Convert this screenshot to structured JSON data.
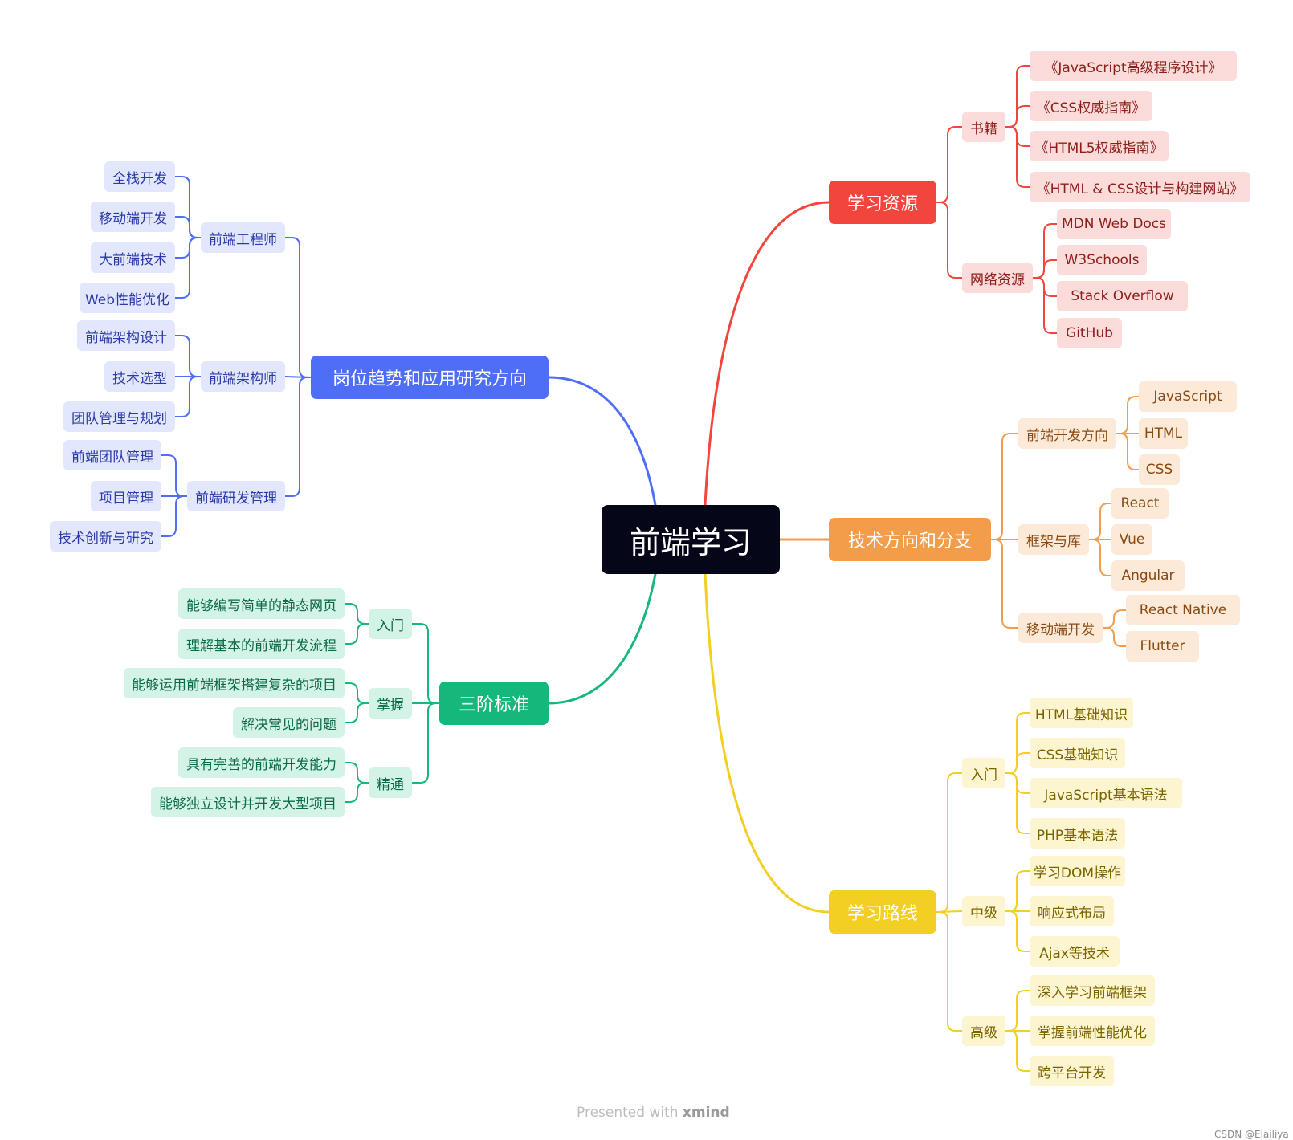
{
  "colors": {
    "root": "#050617",
    "blue": "#4f6ef7",
    "red": "#f2453d",
    "orange": "#f39c49",
    "green": "#14b87a",
    "yellow": "#f2cf22"
  },
  "root": {
    "label": "前端学习"
  },
  "branches": {
    "resources": {
      "label": "学习资源",
      "books": {
        "label": "书籍",
        "items": [
          "《JavaScript高级程序设计》",
          "《CSS权威指南》",
          "《HTML5权威指南》",
          "《HTML & CSS设计与构建网站》"
        ]
      },
      "online": {
        "label": "网络资源",
        "items": [
          "MDN Web Docs",
          "W3Schools",
          "Stack Overflow",
          "GitHub"
        ]
      }
    },
    "tech": {
      "label": "技术方向和分支",
      "frontend": {
        "label": "前端开发方向",
        "items": [
          "JavaScript",
          "HTML",
          "CSS"
        ]
      },
      "frameworks": {
        "label": "框架与库",
        "items": [
          "React",
          "Vue",
          "Angular"
        ]
      },
      "mobile": {
        "label": "移动端开发",
        "items": [
          "React Native",
          "Flutter"
        ]
      }
    },
    "path": {
      "label": "学习路线",
      "beginner": {
        "label": "入门",
        "items": [
          "HTML基础知识",
          "CSS基础知识",
          "JavaScript基本语法",
          "PHP基本语法"
        ]
      },
      "intermediate": {
        "label": "中级",
        "items": [
          "学习DOM操作",
          "响应式布局",
          "Ajax等技术"
        ]
      },
      "advanced": {
        "label": "高级",
        "items": [
          "深入学习前端框架",
          "掌握前端性能优化",
          "跨平台开发"
        ]
      }
    },
    "careers": {
      "label": "岗位趋势和应用研究方向",
      "engineer": {
        "label": "前端工程师",
        "items": [
          "全栈开发",
          "移动端开发",
          "大前端技术",
          "Web性能优化"
        ]
      },
      "architect": {
        "label": "前端架构师",
        "items": [
          "前端架构设计",
          "技术选型",
          "团队管理与规划"
        ]
      },
      "manager": {
        "label": "前端研发管理",
        "items": [
          "前端团队管理",
          "项目管理",
          "技术创新与研究"
        ]
      }
    },
    "levels": {
      "label": "三阶标准",
      "entry": {
        "label": "入门",
        "items": [
          "能够编写简单的静态网页",
          "理解基本的前端开发流程"
        ]
      },
      "mastery": {
        "label": "掌握",
        "items": [
          "能够运用前端框架搭建复杂的项目",
          "解决常见的问题"
        ]
      },
      "expert": {
        "label": "精通",
        "items": [
          "具有完善的前端开发能力",
          "能够独立设计并开发大型项目"
        ]
      }
    }
  },
  "footer": {
    "presented_prefix": "Presented with",
    "presented_brand": "xmind",
    "credit": "CSDN @Elailiya"
  }
}
